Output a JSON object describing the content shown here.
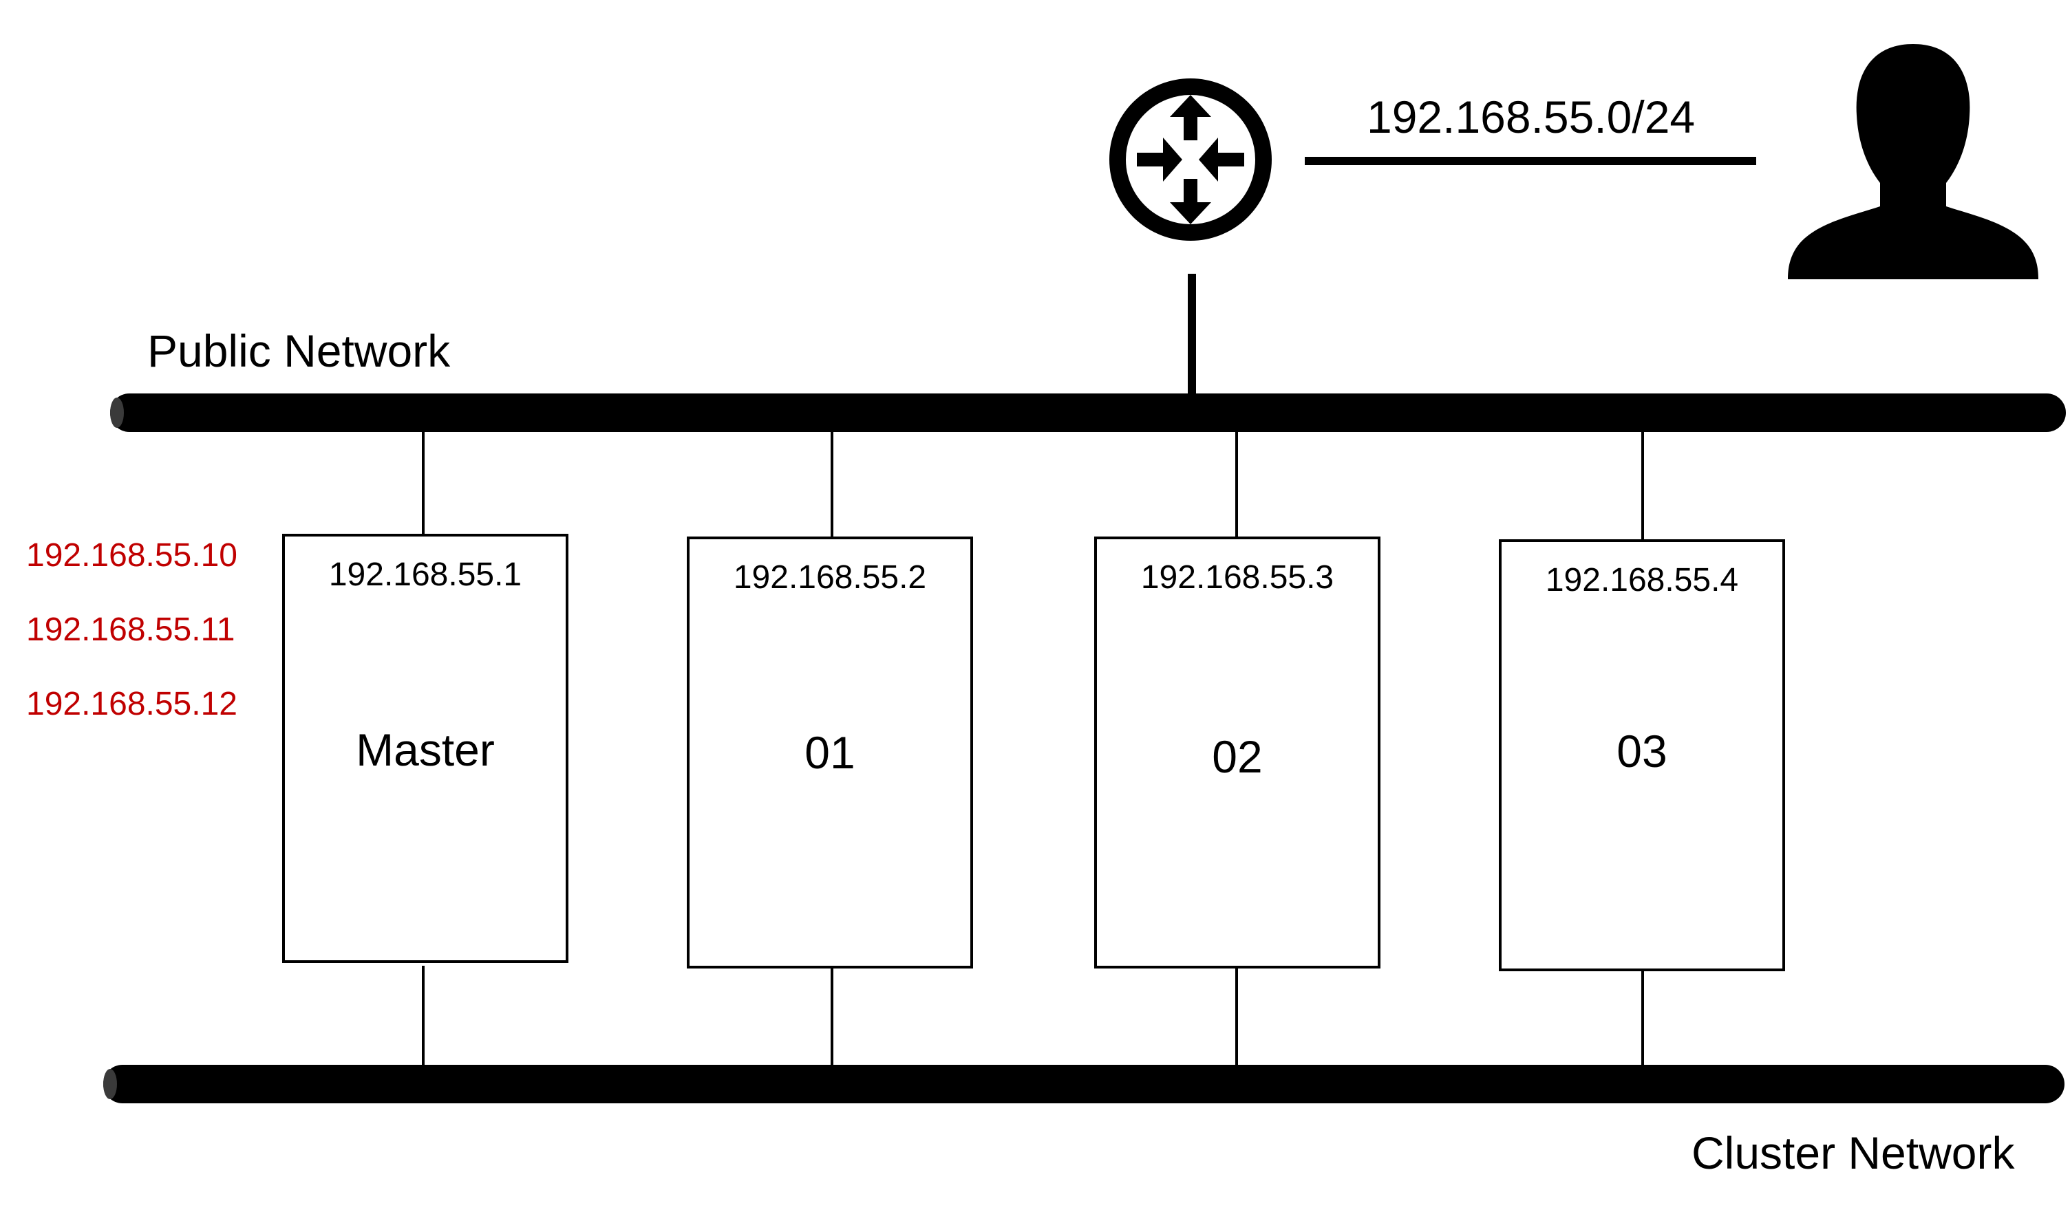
{
  "public_network": {
    "label": "Public Network"
  },
  "cluster_network": {
    "label": "Cluster Network"
  },
  "router": {
    "icon": "router-icon",
    "subnet_label": "192.168.55.0/24"
  },
  "user": {
    "icon": "user-icon"
  },
  "virtual_ips": {
    "color": "#c00000",
    "items": [
      "192.168.55.10",
      "192.168.55.11",
      "192.168.55.12"
    ]
  },
  "nodes": [
    {
      "ip": "192.168.55.1",
      "name": "Master"
    },
    {
      "ip": "192.168.55.2",
      "name": "01"
    },
    {
      "ip": "192.168.55.3",
      "name": "02"
    },
    {
      "ip": "192.168.55.4",
      "name": "03"
    }
  ]
}
